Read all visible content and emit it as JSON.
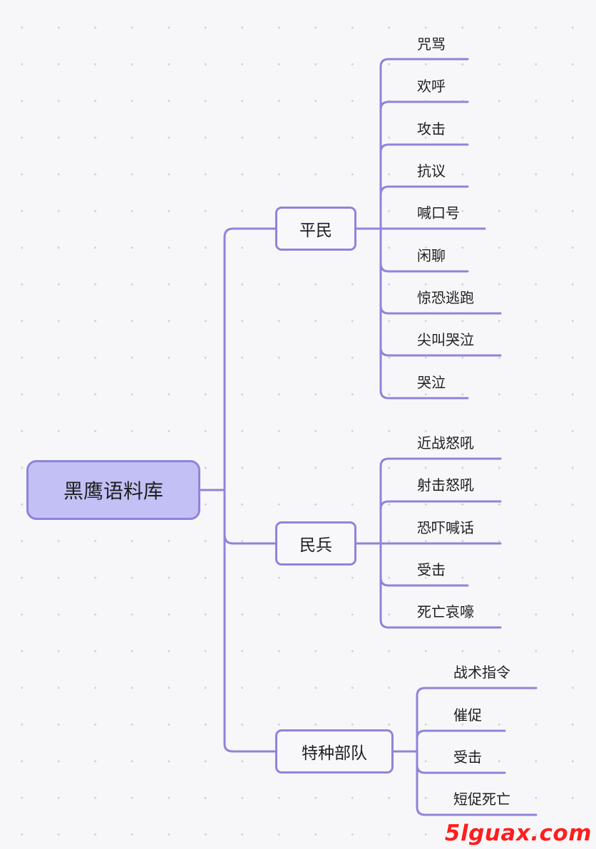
{
  "root": {
    "label": "黑鹰语料库"
  },
  "branches": [
    {
      "label": "平民",
      "leaves": [
        "咒骂",
        "欢呼",
        "攻击",
        "抗议",
        "喊口号",
        "闲聊",
        "惊恐逃跑",
        "尖叫哭泣",
        "哭泣"
      ]
    },
    {
      "label": "民兵",
      "leaves": [
        "近战怒吼",
        "射击怒吼",
        "恐吓喊话",
        "受击",
        "死亡哀嚎"
      ]
    },
    {
      "label": "特种部队",
      "leaves": [
        "战术指令",
        "催促",
        "受击",
        "短促死亡"
      ]
    }
  ],
  "watermark": "5lguax.com",
  "colors": {
    "line": "#8f84d9",
    "root_fill": "#c3c0f5",
    "node_fill": "#f8f8fb",
    "watermark": "#ff1e1e"
  }
}
